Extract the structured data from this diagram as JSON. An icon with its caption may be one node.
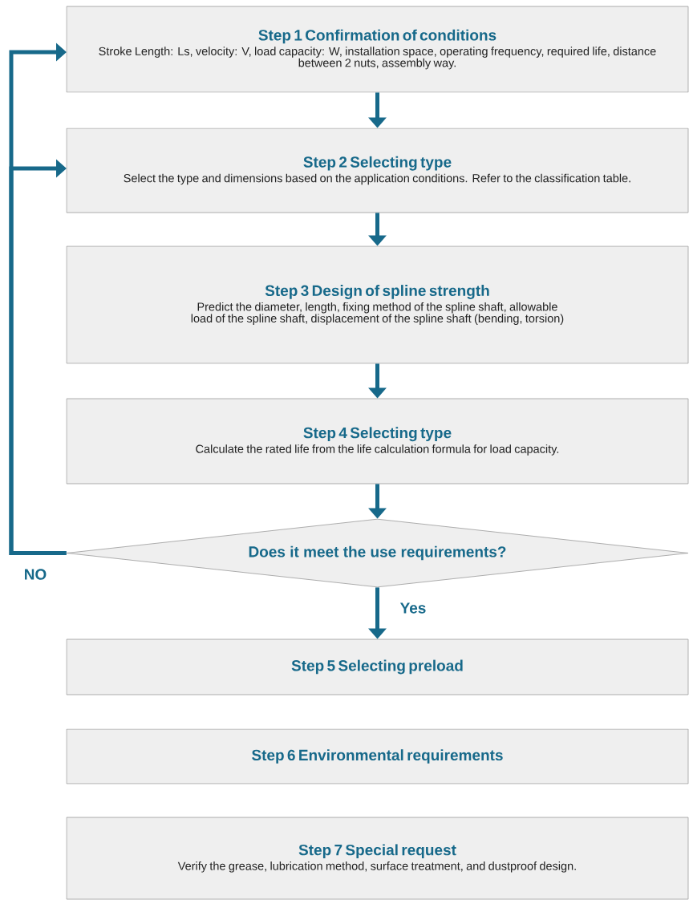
{
  "diagram": {
    "nodes": [
      {
        "text": [
          "Step 1 Confirmation of conditions",
          "Stroke Length: Ls, velocity: V, load capacity: W, installation space, operating frequency, required life, distance between 2 nuts, assembly way."
        ]
      },
      {
        "text": [
          "Step 2 Selecting type",
          "Select the type and dimensions based on the application conditions. Refer to the classification table."
        ]
      },
      {
        "text": [
          "Step 3 Design of spline strength",
          "Predict the diameter, length, fixing method of the spline shaft, allowable load of the spline shaft, displacement of the spline shaft (bending, torsion)"
        ]
      },
      {
        "text": [
          "Step 4 Selecting type",
          "Calculate the rated life from the life calculation formula for load capacity."
        ]
      },
      {
        "text": [
          "Does it meet the use requirements?"
        ]
      },
      {
        "text": [
          "Step 5 Selecting preload"
        ]
      },
      {
        "text": [
          "Step 6 Environmental requirements"
        ]
      },
      {
        "text": [
          "Step 7 Special request",
          "Verify the grease, lubrication method, surface treatment, and dustproof design."
        ]
      }
    ],
    "edges": [
      {
        "from": 0,
        "to": 1,
        "arrow": "to"
      },
      {
        "from": 1,
        "to": 2,
        "arrow": "to"
      },
      {
        "from": 2,
        "to": 3,
        "arrow": "to"
      },
      {
        "from": 3,
        "to": 4,
        "arrow": "to"
      },
      {
        "from": 4,
        "to": 5,
        "arrow": "to",
        "label": "Yes"
      },
      {
        "from": 4,
        "to": 0,
        "arrow": "to",
        "label": "NO"
      },
      {
        "from": 4,
        "to": 1,
        "arrow": "to"
      }
    ]
  }
}
